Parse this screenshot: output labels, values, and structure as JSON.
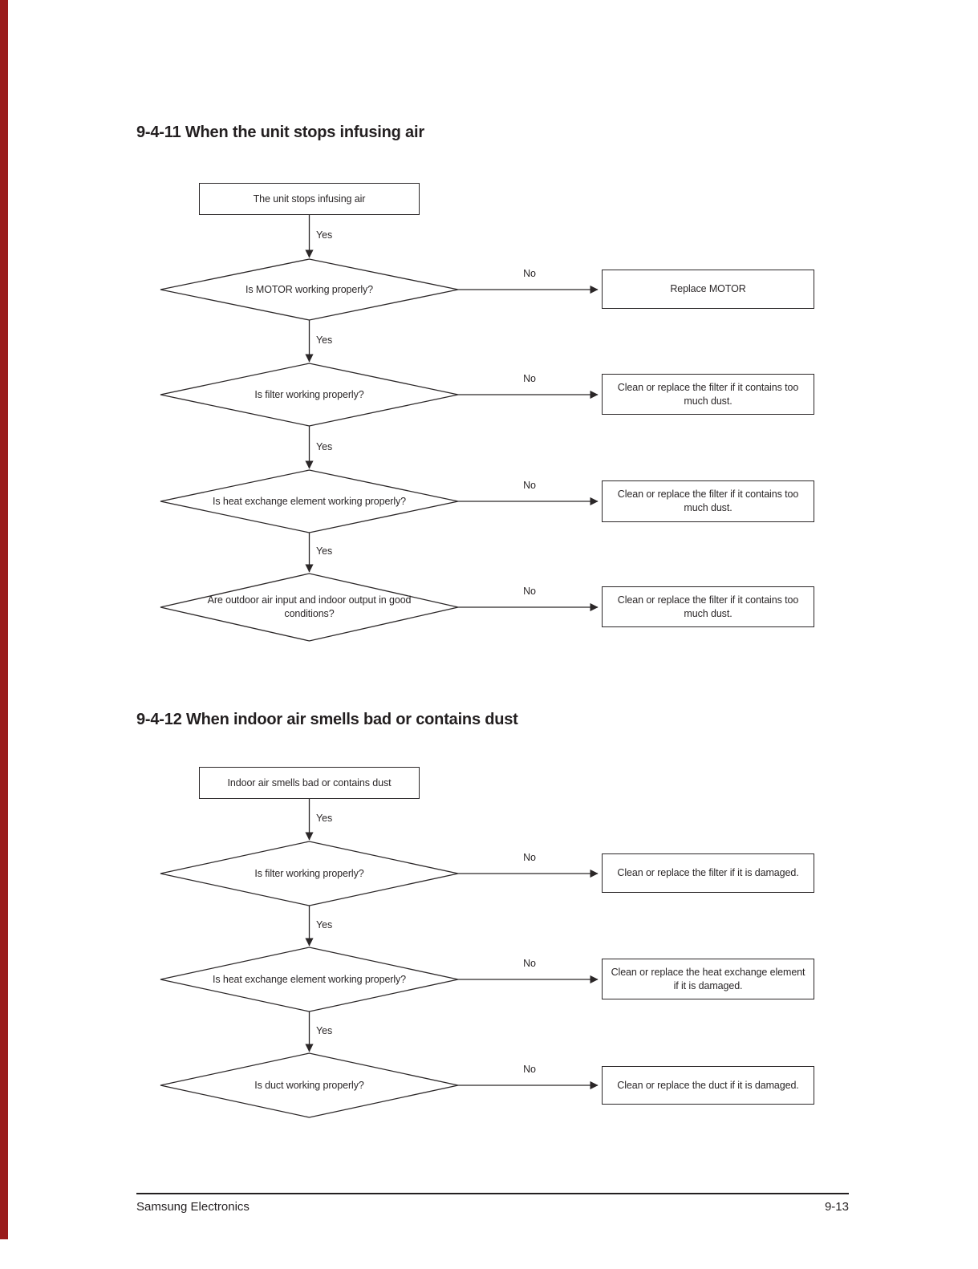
{
  "page": {
    "accent_color": "#9a1c1c",
    "footer": {
      "company": "Samsung Electronics",
      "page_number": "9-13"
    }
  },
  "labels": {
    "yes": "Yes",
    "no": "No"
  },
  "sections": [
    {
      "title": "9-4-11 When the unit stops infusing air",
      "start": "The unit stops infusing air",
      "steps": [
        {
          "question": "Is MOTOR working properly?",
          "action": "Replace MOTOR"
        },
        {
          "question": "Is filter working properly?",
          "action": "Clean or replace the filter if it contains too much dust."
        },
        {
          "question": "Is heat exchange element working properly?",
          "action": "Clean or replace the filter if it contains too much dust."
        },
        {
          "question": "Are outdoor air input and indoor output in good conditions?",
          "action": "Clean or replace the filter if it contains too much dust."
        }
      ]
    },
    {
      "title": "9-4-12 When indoor air smells bad or contains dust",
      "start": "Indoor air smells bad or contains dust",
      "steps": [
        {
          "question": "Is filter working properly?",
          "action": "Clean or replace the filter if it is damaged."
        },
        {
          "question": "Is heat exchange element working properly?",
          "action": "Clean or replace the heat exchange element if it is damaged."
        },
        {
          "question": "Is duct working properly?",
          "action": "Clean or replace the duct if it is damaged."
        }
      ]
    }
  ]
}
